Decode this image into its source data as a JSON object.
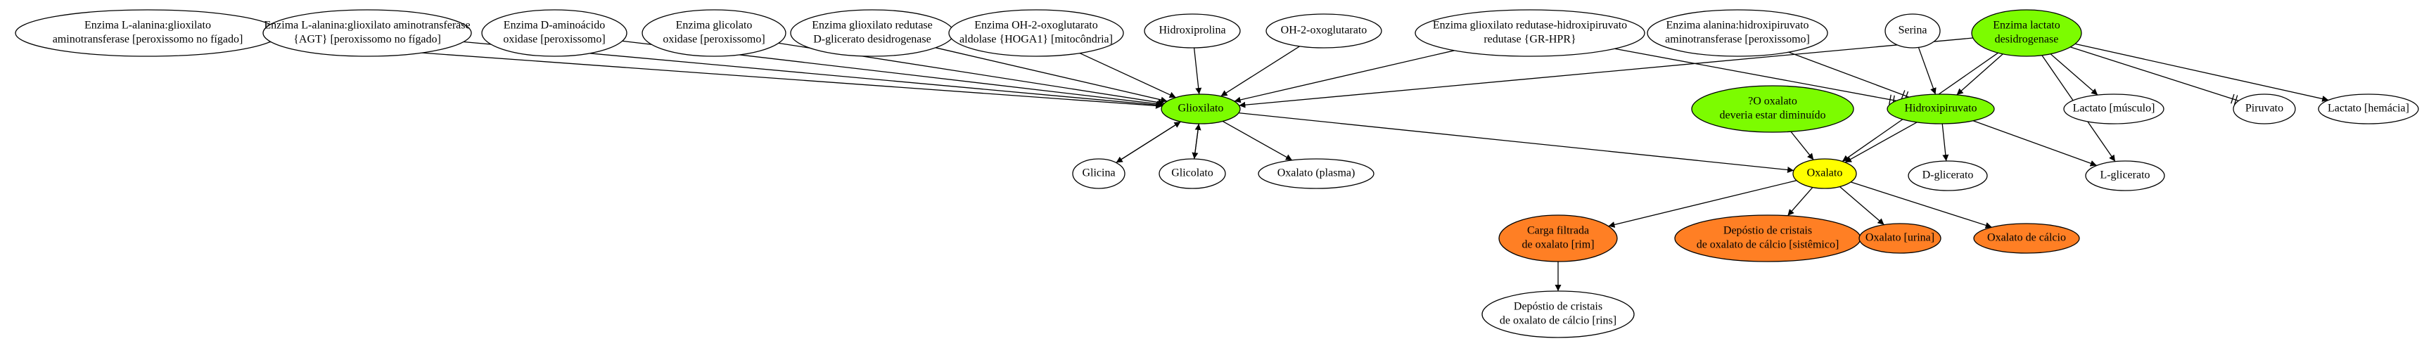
{
  "colors": {
    "green": "#7cfc00",
    "yellow": "#ffff00",
    "orange": "#ff7f24",
    "white": "#ffffff",
    "stroke": "#000000"
  },
  "nodes": [
    {
      "id": "enz_agt_perox",
      "lines": [
        "Enzima L-alanina:glioxilato",
        "aminotransferase [peroxissomo no fígado]"
      ],
      "fill": "white"
    },
    {
      "id": "enz_agt",
      "lines": [
        "Enzima L-alanina:glioxilato aminotransferase",
        "{AGT} [peroxissomo no fígado]"
      ],
      "fill": "white"
    },
    {
      "id": "enz_daao",
      "lines": [
        "Enzima D-aminoácido",
        "oxidase [peroxissomo]"
      ],
      "fill": "white"
    },
    {
      "id": "enz_go",
      "lines": [
        "Enzima glicolato",
        "oxidase [peroxissomo]"
      ],
      "fill": "white"
    },
    {
      "id": "enz_gr",
      "lines": [
        "Enzima glioxilato redutase",
        "D-glicerato desidrogenase"
      ],
      "fill": "white"
    },
    {
      "id": "enz_hoga",
      "lines": [
        "Enzima OH-2-oxoglutarato",
        "aldolase {HOGA1} [mitocôndria]"
      ],
      "fill": "white"
    },
    {
      "id": "hidroxiprolina",
      "lines": [
        "Hidroxiprolina"
      ],
      "fill": "white"
    },
    {
      "id": "oh2oxo",
      "lines": [
        "OH-2-oxoglutarato"
      ],
      "fill": "white"
    },
    {
      "id": "enz_grhpr",
      "lines": [
        "Enzima glioxilato redutase-hidroxipiruvato",
        "redutase {GR-HPR}"
      ],
      "fill": "white"
    },
    {
      "id": "enz_ahat",
      "lines": [
        "Enzima alanina:hidroxipiruvato",
        "aminotransferase [peroxissomo]"
      ],
      "fill": "white"
    },
    {
      "id": "serina",
      "lines": [
        "Serina"
      ],
      "fill": "white"
    },
    {
      "id": "enz_ldh",
      "lines": [
        "Enzima lactato",
        "desidrogenase"
      ],
      "fill": "green"
    },
    {
      "id": "glioxilato",
      "lines": [
        "Glioxilato"
      ],
      "fill": "green"
    },
    {
      "id": "oxalato_dim",
      "lines": [
        "?O oxalato",
        "deveria estar diminuído"
      ],
      "fill": "green"
    },
    {
      "id": "hidroxipiruvato",
      "lines": [
        "Hidroxipiruvato"
      ],
      "fill": "green"
    },
    {
      "id": "lactato_musculo",
      "lines": [
        "Lactato [músculo]"
      ],
      "fill": "white"
    },
    {
      "id": "piruvato",
      "lines": [
        "Piruvato"
      ],
      "fill": "white"
    },
    {
      "id": "lactato_hemacia",
      "lines": [
        "Lactato [hemácia]"
      ],
      "fill": "white"
    },
    {
      "id": "glicina",
      "lines": [
        "Glicina"
      ],
      "fill": "white"
    },
    {
      "id": "glicolato",
      "lines": [
        "Glicolato"
      ],
      "fill": "white"
    },
    {
      "id": "oxalato_plasma",
      "lines": [
        "Oxalato (plasma)"
      ],
      "fill": "white"
    },
    {
      "id": "oxalato",
      "lines": [
        "Oxalato"
      ],
      "fill": "yellow"
    },
    {
      "id": "d_glicerato",
      "lines": [
        "D-glicerato"
      ],
      "fill": "white"
    },
    {
      "id": "l_glicerato",
      "lines": [
        "L-glicerato"
      ],
      "fill": "white"
    },
    {
      "id": "carga_filtrada",
      "lines": [
        "Carga filtrada",
        "de oxalato [rim]"
      ],
      "fill": "orange"
    },
    {
      "id": "deposito_sist",
      "lines": [
        "Depóstio de cristais",
        "de oxalato de cálcio [sistêmico]"
      ],
      "fill": "orange"
    },
    {
      "id": "oxalato_urina",
      "lines": [
        "Oxalato [urina]"
      ],
      "fill": "orange"
    },
    {
      "id": "oxalato_calcio",
      "lines": [
        "Oxalato de cálcio"
      ],
      "fill": "orange"
    },
    {
      "id": "deposito_rins",
      "lines": [
        "Depóstio de cristais",
        "de oxalato de cálcio [rins]"
      ],
      "fill": "white"
    }
  ],
  "edges": [
    {
      "from": "enz_agt_perox",
      "to": "glioxilato",
      "head": "normal"
    },
    {
      "from": "enz_agt",
      "to": "glioxilato",
      "head": "normal"
    },
    {
      "from": "enz_daao",
      "to": "glioxilato",
      "head": "normal"
    },
    {
      "from": "enz_go",
      "to": "glioxilato",
      "head": "normal"
    },
    {
      "from": "enz_gr",
      "to": "glioxilato",
      "head": "normal"
    },
    {
      "from": "enz_hoga",
      "to": "glioxilato",
      "head": "normal"
    },
    {
      "from": "hidroxiprolina",
      "to": "glioxilato",
      "head": "normal"
    },
    {
      "from": "oh2oxo",
      "to": "glioxilato",
      "head": "normal"
    },
    {
      "from": "enz_grhpr",
      "to": "glioxilato",
      "head": "normal"
    },
    {
      "from": "enz_grhpr",
      "to": "hidroxipiruvato",
      "head": "tee"
    },
    {
      "from": "enz_ahat",
      "to": "hidroxipiruvato",
      "head": "tee"
    },
    {
      "from": "serina",
      "to": "hidroxipiruvato",
      "head": "normal"
    },
    {
      "from": "enz_ldh",
      "to": "glioxilato",
      "head": "normal"
    },
    {
      "from": "enz_ldh",
      "to": "hidroxipiruvato",
      "head": "normal"
    },
    {
      "from": "enz_ldh",
      "to": "lactato_musculo",
      "head": "normal"
    },
    {
      "from": "enz_ldh",
      "to": "piruvato",
      "head": "tee"
    },
    {
      "from": "enz_ldh",
      "to": "lactato_hemacia",
      "head": "normal"
    },
    {
      "from": "enz_ldh",
      "to": "oxalato",
      "head": "normal"
    },
    {
      "from": "enz_ldh",
      "to": "l_glicerato",
      "head": "normal"
    },
    {
      "from": "glioxilato",
      "to": "glicina",
      "head": "normal"
    },
    {
      "from": "glicina",
      "to": "glioxilato",
      "head": "normal"
    },
    {
      "from": "glioxilato",
      "to": "glicolato",
      "head": "normal"
    },
    {
      "from": "glicolato",
      "to": "glioxilato",
      "head": "normal"
    },
    {
      "from": "glioxilato",
      "to": "oxalato_plasma",
      "head": "normal"
    },
    {
      "from": "glioxilato",
      "to": "oxalato",
      "head": "normal"
    },
    {
      "from": "oxalato_dim",
      "to": "oxalato",
      "head": "normal"
    },
    {
      "from": "hidroxipiruvato",
      "to": "oxalato",
      "head": "normal"
    },
    {
      "from": "hidroxipiruvato",
      "to": "d_glicerato",
      "head": "normal"
    },
    {
      "from": "hidroxipiruvato",
      "to": "l_glicerato",
      "head": "normal"
    },
    {
      "from": "oxalato",
      "to": "carga_filtrada",
      "head": "normal"
    },
    {
      "from": "oxalato",
      "to": "deposito_sist",
      "head": "normal"
    },
    {
      "from": "oxalato",
      "to": "oxalato_urina",
      "head": "normal"
    },
    {
      "from": "oxalato",
      "to": "oxalato_calcio",
      "head": "normal"
    },
    {
      "from": "carga_filtrada",
      "to": "deposito_rins",
      "head": "normal"
    }
  ]
}
